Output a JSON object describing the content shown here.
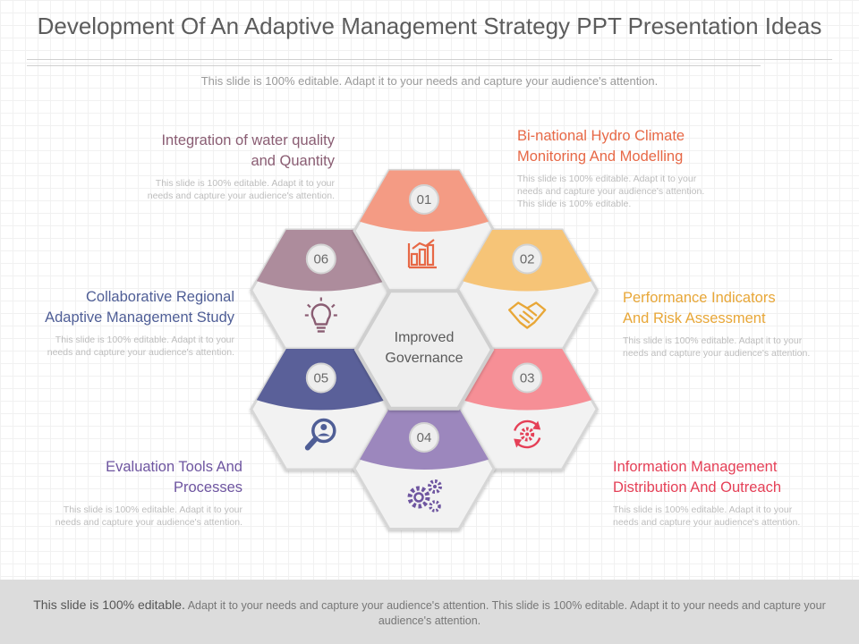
{
  "title": "Development Of An Adaptive Management Strategy PPT Presentation Ideas",
  "subtitle": "This slide is 100% editable. Adapt it to your needs and capture your audience's attention.",
  "center_label": {
    "line1": "Improved",
    "line2": "Governance"
  },
  "items": [
    {
      "number": "01",
      "heading1": "Bi-national Hydro Climate",
      "heading2": "Monitoring And Modelling",
      "body1": "This slide is 100% editable. Adapt it to your",
      "body2": "needs and capture your audience's attention.",
      "body3": "This slide is 100% editable.",
      "color": "#f49b84",
      "text_color": "#e76846",
      "icon": "bar-chart-icon"
    },
    {
      "number": "02",
      "heading1": "Performance Indicators",
      "heading2": "And Risk Assessment",
      "body1": "This slide is 100% editable. Adapt it to your",
      "body2": "needs and capture your audience's attention.",
      "color": "#f6c477",
      "text_color": "#e8a738",
      "icon": "handshake-icon"
    },
    {
      "number": "03",
      "heading1": "Information Management",
      "heading2": "Distribution And Outreach",
      "body1": "This slide is 100% editable. Adapt it to your",
      "body2": "needs and capture your audience's attention.",
      "color": "#f68f96",
      "text_color": "#e54057",
      "icon": "refresh-gear-icon"
    },
    {
      "number": "04",
      "heading1": "Evaluation Tools And",
      "heading2": "Processes",
      "body1": "This slide is 100% editable. Adapt it to your",
      "body2": "needs and capture your audience's attention.",
      "color": "#9c87bd",
      "text_color": "#6e55a0",
      "icon": "gears-icon"
    },
    {
      "number": "05",
      "heading1": "Collaborative Regional",
      "heading2": "Adaptive Management Study",
      "body1": "This slide is 100% editable. Adapt it to your",
      "body2": "needs and capture your audience's attention.",
      "color": "#5a6099",
      "text_color": "#4f5e96",
      "icon": "magnifier-icon"
    },
    {
      "number": "06",
      "heading1": "Integration of water quality",
      "heading2": "and Quantity",
      "body1": "This slide is 100% editable. Adapt it to your",
      "body2": "needs and capture your audience's attention.",
      "color": "#ad8c9c",
      "text_color": "#8a5d73",
      "icon": "lightbulb-icon"
    }
  ],
  "footer": {
    "lead": "This slide is 100% editable.",
    "rest": "Adapt it to your needs and capture your audience's attention. This slide is 100% editable. Adapt it to your needs and capture your audience's attention."
  }
}
